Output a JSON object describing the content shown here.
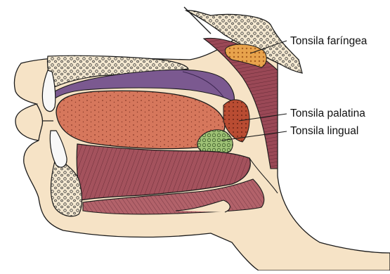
{
  "labels": {
    "pharyngeal_tonsil": "Tonsila faríngea",
    "palatine_tonsil": "Tonsila palatina",
    "lingual_tonsil": "Tonsila lingual"
  },
  "colors": {
    "skin": "#f6e3c6",
    "muscle": "#a2505c",
    "muscle_light": "#b96d72",
    "tongue": "#d4735a",
    "palate": "#7d5a90",
    "bone": "#f3e6cd",
    "tooth": "#f8f8f8",
    "pharyngeal_tonsil": "#e8a24a",
    "palatine_tonsil": "#b94a2e",
    "lingual_tonsil": "#9cbf72",
    "outline": "#1a1a1a"
  }
}
